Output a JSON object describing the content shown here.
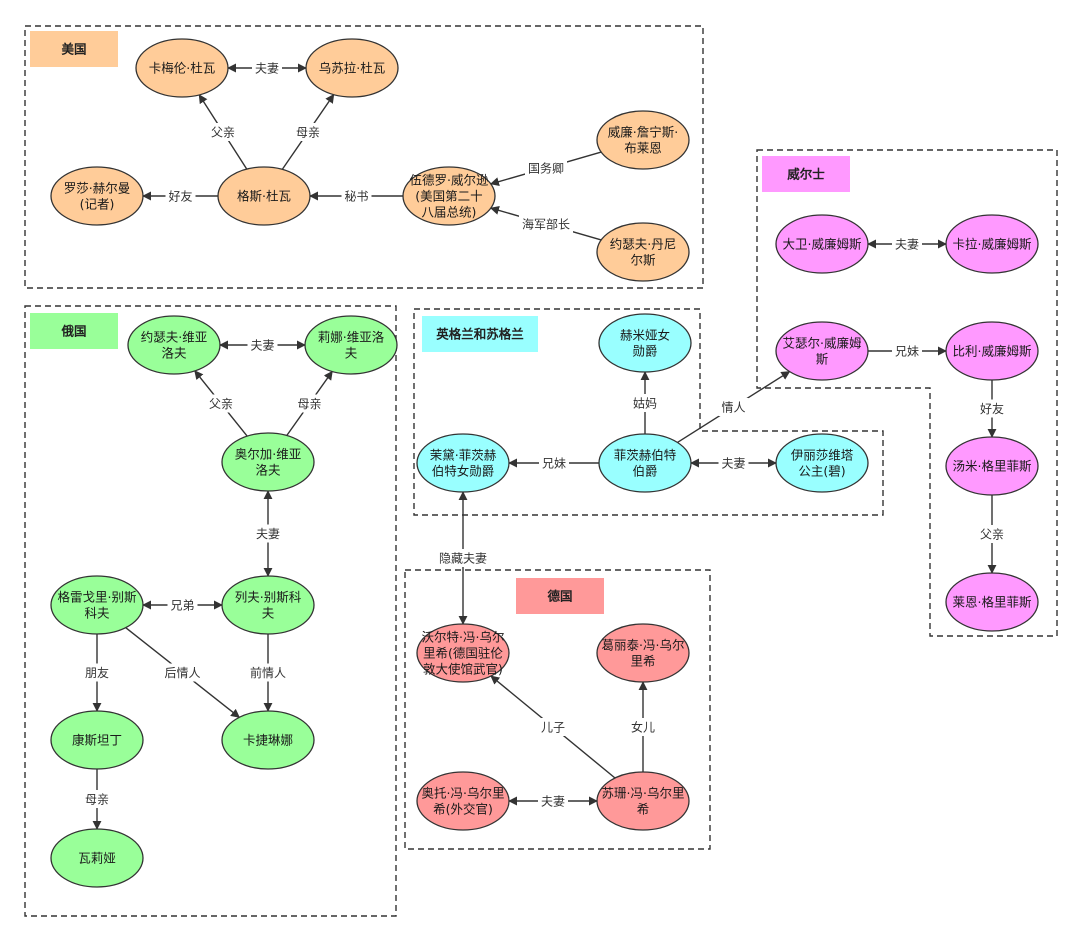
{
  "colors": {
    "usa": "#ffcc99",
    "russia": "#99ff99",
    "uk": "#99ffff",
    "germany": "#ff9999",
    "wales": "#ff99ff",
    "stroke": "#333333"
  },
  "groups": [
    {
      "id": "usa",
      "label": "美国",
      "color": "usa"
    },
    {
      "id": "russia",
      "label": "俄国",
      "color": "russia"
    },
    {
      "id": "uk",
      "label": "英格兰和苏格兰",
      "color": "uk"
    },
    {
      "id": "germany",
      "label": "德国",
      "color": "germany"
    },
    {
      "id": "wales",
      "label": "威尔士",
      "color": "wales"
    }
  ],
  "nodes": [
    {
      "id": "kamila",
      "lines": [
        "卡梅伦·杜瓦"
      ],
      "color": "usa"
    },
    {
      "id": "ursula",
      "lines": [
        "乌苏拉·杜瓦"
      ],
      "color": "usa"
    },
    {
      "id": "gus",
      "lines": [
        "格斯·杜瓦"
      ],
      "color": "usa"
    },
    {
      "id": "rosa",
      "lines": [
        "罗莎·赫尔曼",
        "(记者)"
      ],
      "color": "usa"
    },
    {
      "id": "wilson",
      "lines": [
        "伍德罗·威尔逊",
        "(美国第二十",
        "八届总统)"
      ],
      "color": "usa"
    },
    {
      "id": "bryan",
      "lines": [
        "威廉·詹宁斯·",
        "布莱恩"
      ],
      "color": "usa"
    },
    {
      "id": "daniels",
      "lines": [
        "约瑟夫·丹尼",
        "尔斯"
      ],
      "color": "usa"
    },
    {
      "id": "joseph_v",
      "lines": [
        "约瑟夫·维亚",
        "洛夫"
      ],
      "color": "russia"
    },
    {
      "id": "lena_v",
      "lines": [
        "莉娜·维亚洛",
        "夫"
      ],
      "color": "russia"
    },
    {
      "id": "olga",
      "lines": [
        "奥尔加·维亚",
        "洛夫"
      ],
      "color": "russia"
    },
    {
      "id": "grigori",
      "lines": [
        "格雷戈里·别斯",
        "科夫"
      ],
      "color": "russia"
    },
    {
      "id": "lev",
      "lines": [
        "列夫·别斯科",
        "夫"
      ],
      "color": "russia"
    },
    {
      "id": "konstantin",
      "lines": [
        "康斯坦丁"
      ],
      "color": "russia"
    },
    {
      "id": "katerina",
      "lines": [
        "卡捷琳娜"
      ],
      "color": "russia"
    },
    {
      "id": "valya",
      "lines": [
        "瓦莉娅"
      ],
      "color": "russia"
    },
    {
      "id": "herm",
      "lines": [
        "赫米娅女",
        "勋爵"
      ],
      "color": "uk"
    },
    {
      "id": "maud",
      "lines": [
        "茉黛·菲茨赫",
        "伯特女勋爵"
      ],
      "color": "uk"
    },
    {
      "id": "fitz",
      "lines": [
        "菲茨赫伯特",
        "伯爵"
      ],
      "color": "uk"
    },
    {
      "id": "bea",
      "lines": [
        "伊丽莎维塔",
        "公主(碧)"
      ],
      "color": "uk"
    },
    {
      "id": "walter",
      "lines": [
        "沃尔特·冯·乌尔",
        "里希(德国驻伦",
        "敦大使馆武官)"
      ],
      "color": "germany"
    },
    {
      "id": "greta",
      "lines": [
        "葛丽泰·冯·乌尔",
        "里希"
      ],
      "color": "germany"
    },
    {
      "id": "otto",
      "lines": [
        "奥托·冯·乌尔里",
        "希(外交官)"
      ],
      "color": "germany"
    },
    {
      "id": "susanne",
      "lines": [
        "苏珊·冯·乌尔里",
        "希"
      ],
      "color": "germany"
    },
    {
      "id": "david",
      "lines": [
        "大卫·威廉姆斯"
      ],
      "color": "wales"
    },
    {
      "id": "cara",
      "lines": [
        "卡拉·威廉姆斯"
      ],
      "color": "wales"
    },
    {
      "id": "ethel",
      "lines": [
        "艾瑟尔·威廉姆",
        "斯"
      ],
      "color": "wales"
    },
    {
      "id": "billy",
      "lines": [
        "比利·威廉姆斯"
      ],
      "color": "wales"
    },
    {
      "id": "tommy",
      "lines": [
        "汤米·格里菲斯"
      ],
      "color": "wales"
    },
    {
      "id": "len",
      "lines": [
        "莱恩·格里菲斯"
      ],
      "color": "wales"
    }
  ],
  "edges": [
    {
      "from": "kamila",
      "to": "ursula",
      "label": "夫妻",
      "both": true
    },
    {
      "from": "gus",
      "to": "kamila",
      "label": "父亲"
    },
    {
      "from": "gus",
      "to": "ursula",
      "label": "母亲"
    },
    {
      "from": "gus",
      "to": "rosa",
      "label": "好友"
    },
    {
      "from": "wilson",
      "to": "gus",
      "label": "秘书"
    },
    {
      "from": "bryan",
      "to": "wilson",
      "label": "国务卿"
    },
    {
      "from": "daniels",
      "to": "wilson",
      "label": "海军部长"
    },
    {
      "from": "joseph_v",
      "to": "lena_v",
      "label": "夫妻",
      "both": true
    },
    {
      "from": "olga",
      "to": "joseph_v",
      "label": "父亲"
    },
    {
      "from": "olga",
      "to": "lena_v",
      "label": "母亲"
    },
    {
      "from": "olga",
      "to": "lev",
      "label": "夫妻",
      "both": true
    },
    {
      "from": "grigori",
      "to": "lev",
      "label": "兄弟",
      "both": true
    },
    {
      "from": "grigori",
      "to": "konstantin",
      "label": "朋友"
    },
    {
      "from": "grigori",
      "to": "katerina",
      "label": "后情人"
    },
    {
      "from": "lev",
      "to": "katerina",
      "label": "前情人"
    },
    {
      "from": "konstantin",
      "to": "valya",
      "label": "母亲"
    },
    {
      "from": "fitz",
      "to": "herm",
      "label": "姑妈"
    },
    {
      "from": "fitz",
      "to": "maud",
      "label": "兄妹"
    },
    {
      "from": "fitz",
      "to": "bea",
      "label": "夫妻",
      "both": true
    },
    {
      "from": "fitz",
      "to": "ethel",
      "label": "情人"
    },
    {
      "from": "maud",
      "to": "walter",
      "label": "隐藏夫妻",
      "both": true
    },
    {
      "from": "susanne",
      "to": "walter",
      "label": "儿子"
    },
    {
      "from": "susanne",
      "to": "greta",
      "label": "女儿"
    },
    {
      "from": "otto",
      "to": "susanne",
      "label": "夫妻",
      "both": true
    },
    {
      "from": "david",
      "to": "cara",
      "label": "夫妻",
      "both": true
    },
    {
      "from": "ethel",
      "to": "billy",
      "label": "兄妹"
    },
    {
      "from": "billy",
      "to": "tommy",
      "label": "好友"
    },
    {
      "from": "tommy",
      "to": "len",
      "label": "父亲"
    }
  ]
}
